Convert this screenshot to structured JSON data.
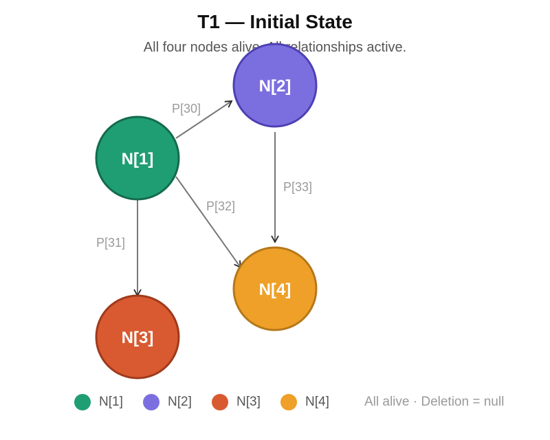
{
  "title": "T1 — Initial State",
  "subtitle": "All four nodes alive. All relationships active.",
  "nodes": [
    {
      "id": "n1",
      "label": "N[1]",
      "fill": "#1f9e73",
      "stroke": "#136b4c"
    },
    {
      "id": "n2",
      "label": "N[2]",
      "fill": "#7b6fe0",
      "stroke": "#4d40b3"
    },
    {
      "id": "n3",
      "label": "N[3]",
      "fill": "#d95a30",
      "stroke": "#9e3a1c"
    },
    {
      "id": "n4",
      "label": "N[4]",
      "fill": "#eea028",
      "stroke": "#b5781a"
    }
  ],
  "edges": [
    {
      "from": "n1",
      "to": "n2",
      "label": "P[30]"
    },
    {
      "from": "n1",
      "to": "n3",
      "label": "P[31]"
    },
    {
      "from": "n1",
      "to": "n4",
      "label": "P[32]"
    },
    {
      "from": "n2",
      "to": "n4",
      "label": "P[33]"
    }
  ],
  "legend": {
    "items": [
      {
        "label": "N[1]",
        "color": "#1f9e73"
      },
      {
        "label": "N[2]",
        "color": "#7b6fe0"
      },
      {
        "label": "N[3]",
        "color": "#d95a30"
      },
      {
        "label": "N[4]",
        "color": "#eea028"
      }
    ],
    "note": "All alive · Deletion = null"
  }
}
